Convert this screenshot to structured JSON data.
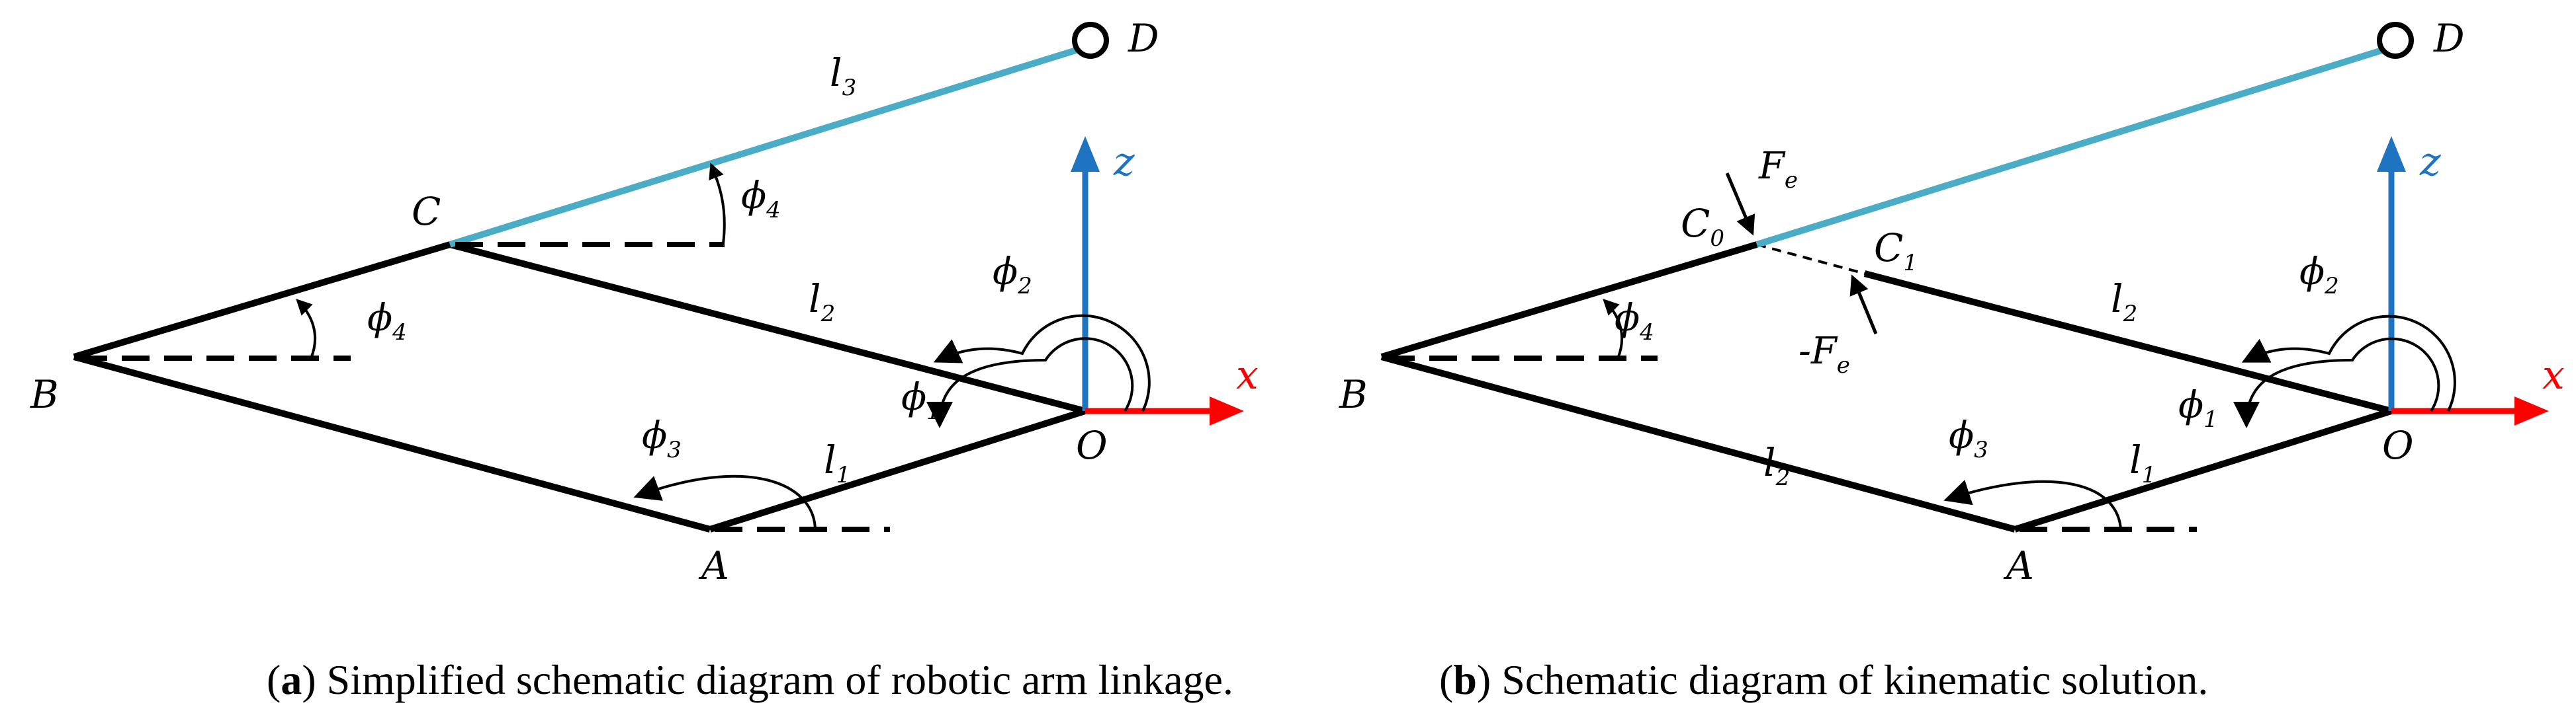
{
  "panel_a": {
    "caption_letter": "a",
    "caption_text": " Simplified schematic diagram of robotic arm linkage.",
    "points": {
      "A": "A",
      "B": "B",
      "C": "C",
      "D": "D",
      "O": "O"
    },
    "links": {
      "l1": "l",
      "l1_sub": "1",
      "l2": "l",
      "l2_sub": "2",
      "l3": "l",
      "l3_sub": "3"
    },
    "angles": {
      "phi1": "ϕ",
      "phi1_sub": "1",
      "phi2": "ϕ",
      "phi2_sub": "2",
      "phi3": "ϕ",
      "phi3_sub": "3",
      "phi4a": "ϕ",
      "phi4a_sub": "4",
      "phi4b": "ϕ",
      "phi4b_sub": "4"
    },
    "axes": {
      "x": "x",
      "z": "z"
    }
  },
  "panel_b": {
    "caption_letter": "b",
    "caption_text": " Schematic diagram of kinematic solution.",
    "points": {
      "A": "A",
      "B": "B",
      "C0": "C",
      "C0_sub": "0",
      "C1": "C",
      "C1_sub": "1",
      "D": "D",
      "O": "O"
    },
    "links": {
      "l1": "l",
      "l1_sub": "1",
      "l2a": "l",
      "l2a_sub": "2",
      "l2b": "l",
      "l2b_sub": "2"
    },
    "angles": {
      "phi1": "ϕ",
      "phi1_sub": "1",
      "phi2": "ϕ",
      "phi2_sub": "2",
      "phi3": "ϕ",
      "phi3_sub": "3",
      "phi4": "ϕ",
      "phi4_sub": "4"
    },
    "forces": {
      "Fe": "F",
      "Fe_sub": "e",
      "negFe_prefix": "-F",
      "negFe_sub": "e"
    },
    "axes": {
      "x": "x",
      "z": "z"
    }
  },
  "colors": {
    "link": "#000000",
    "l3": "#4bacc6",
    "x_axis": "#ff0000",
    "z_axis": "#1f74c2",
    "label_axis": "#1f74c2",
    "x_label": "#ff0000"
  }
}
